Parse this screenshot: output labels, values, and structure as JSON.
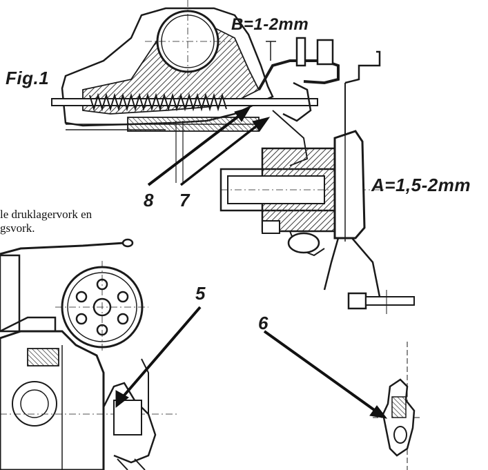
{
  "labels": {
    "fig": "Fig.1",
    "b": "B=1-2mm",
    "a": "A=1,5-2mm",
    "n8": "8",
    "n7": "7",
    "n5": "5",
    "n6": "6"
  },
  "caption": {
    "line1": "le druklagervork en",
    "line2": "gsvork."
  },
  "colors": {
    "ink": "#1a1a1a",
    "hatch": "#3a3a3a",
    "paper": "#ffffff"
  }
}
